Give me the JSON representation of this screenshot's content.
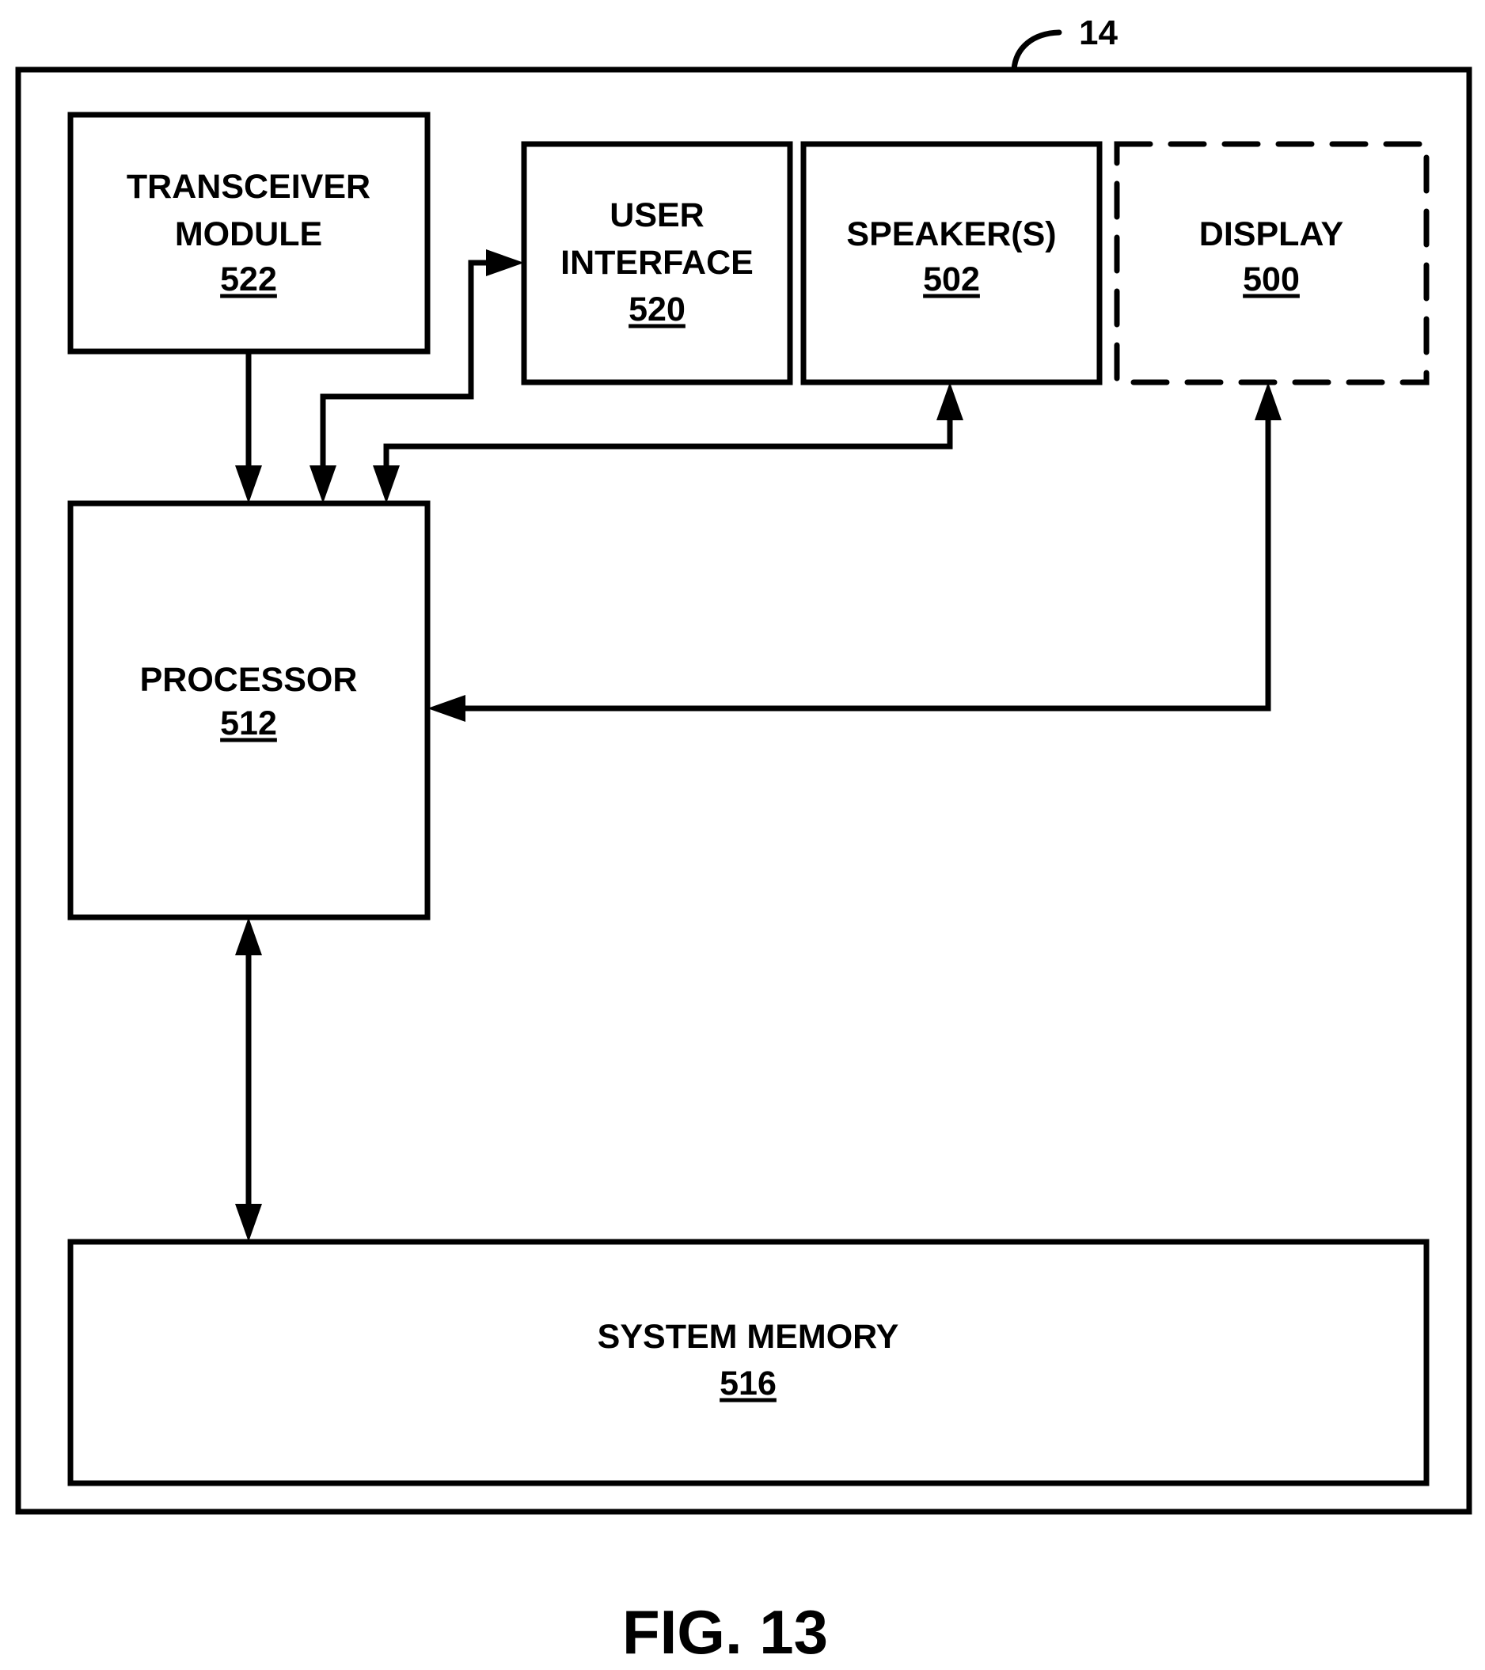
{
  "figure": {
    "reference_numeral": "14",
    "caption": "FIG. 13"
  },
  "blocks": {
    "transceiver": {
      "lines": [
        "TRANSCEIVER",
        "MODULE"
      ],
      "number": "522",
      "border": "solid"
    },
    "user_interface": {
      "lines": [
        "USER",
        "INTERFACE"
      ],
      "number": "520",
      "border": "solid"
    },
    "speakers": {
      "lines": [
        "SPEAKER(S)"
      ],
      "number": "502",
      "border": "solid"
    },
    "display": {
      "lines": [
        "DISPLAY"
      ],
      "number": "500",
      "border": "dashed"
    },
    "processor": {
      "lines": [
        "PROCESSOR"
      ],
      "number": "512",
      "border": "solid"
    },
    "system_memory": {
      "lines": [
        "SYSTEM MEMORY"
      ],
      "number": "516",
      "border": "solid"
    }
  },
  "connections": [
    {
      "from": "transceiver",
      "to": "processor",
      "direction": "one-way"
    },
    {
      "from": "processor",
      "to": "user_interface",
      "direction": "two-way"
    },
    {
      "from": "processor",
      "to": "speakers",
      "direction": "two-way"
    },
    {
      "from": "processor",
      "to": "display",
      "direction": "two-way"
    },
    {
      "from": "processor",
      "to": "system_memory",
      "direction": "two-way"
    }
  ]
}
